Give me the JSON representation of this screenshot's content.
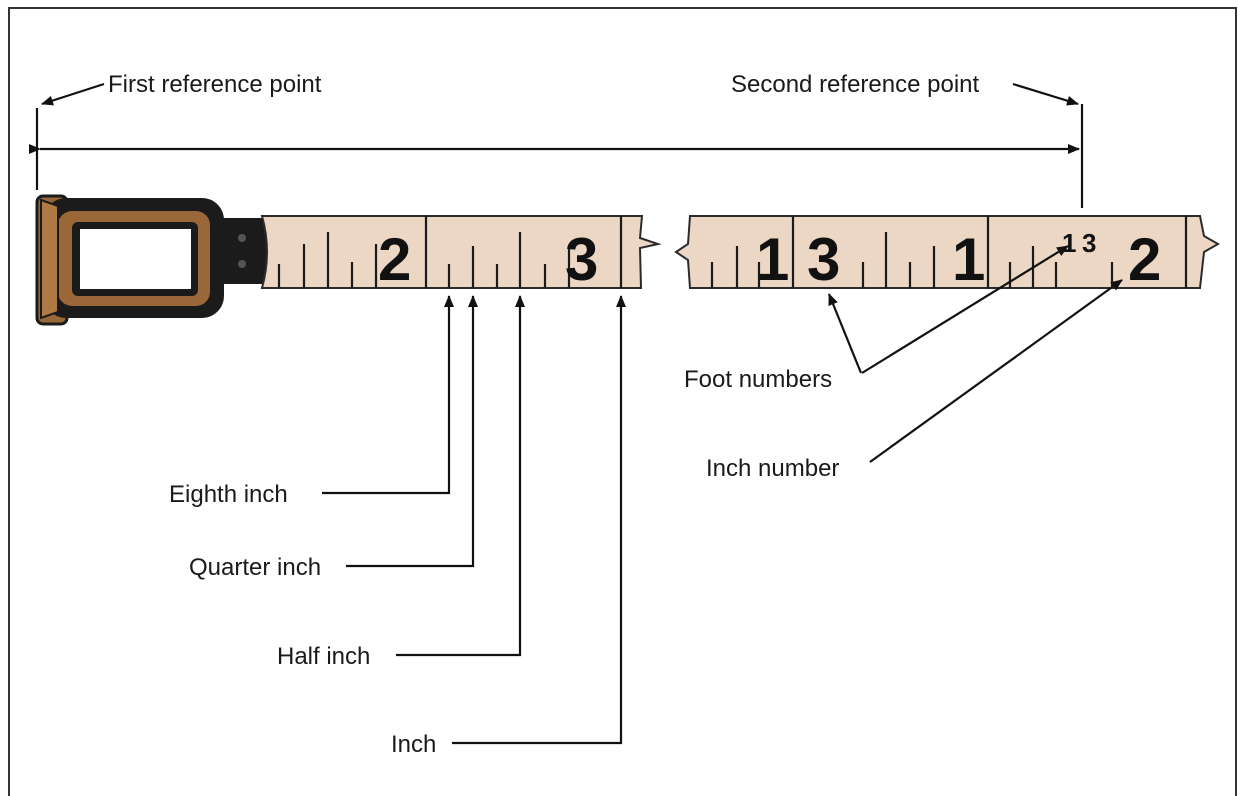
{
  "labels": {
    "first_reference_point": "First reference point",
    "second_reference_point": "Second reference point",
    "eighth_inch": "Eighth inch",
    "quarter_inch": "Quarter inch",
    "half_inch": "Half inch",
    "inch": "Inch",
    "foot_numbers": "Foot numbers",
    "inch_number": "Inch number"
  },
  "tape_left": {
    "inch_marks": [
      "2",
      "3"
    ]
  },
  "tape_right": {
    "foot_number_a": "1",
    "foot_number_b": "3",
    "foot_number_c": "1",
    "small_one": "1",
    "small_three": "3",
    "inch_mark": "2"
  },
  "colors": {
    "tape": "#ecd6c4",
    "tape_edge": "#2b2b2b",
    "handle_brown": "#9a6838",
    "handle_dark": "#1b1b1b"
  }
}
